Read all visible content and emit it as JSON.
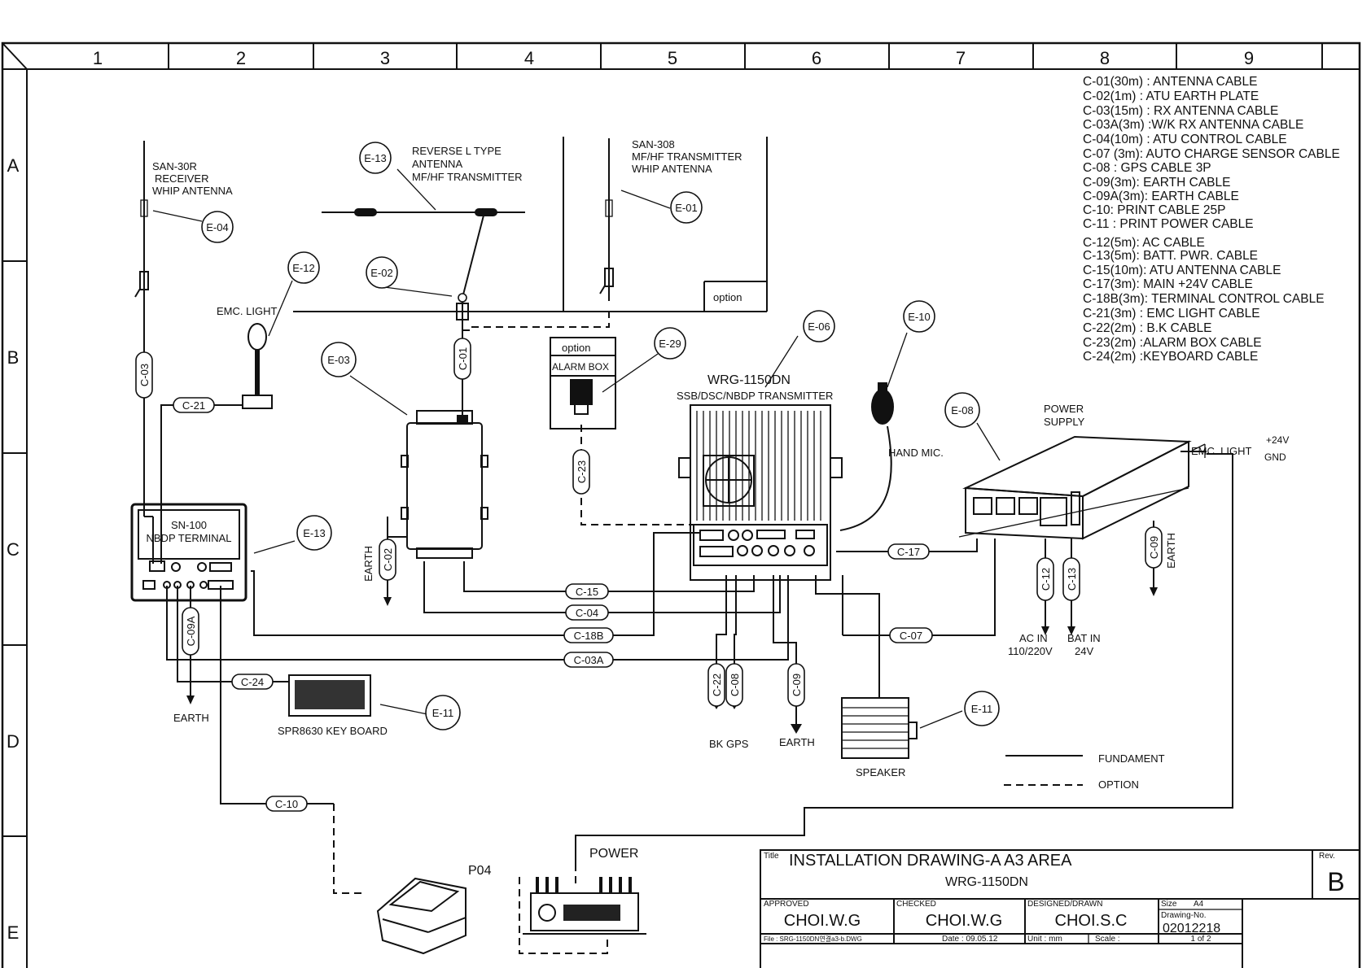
{
  "drawing": {
    "columns": [
      "1",
      "2",
      "3",
      "4",
      "5",
      "6",
      "7",
      "8",
      "9"
    ],
    "rows": [
      "A",
      "B",
      "C",
      "D",
      "E"
    ]
  },
  "cable_legend": [
    "C-01(30m) : ANTENNA CABLE",
    "C-02(1m) : ATU EARTH PLATE",
    "C-03(15m) : RX ANTENNA CABLE",
    "C-03A(3m) :W/K  RX ANTENNA CABLE",
    "C-04(10m) : ATU CONTROL CABLE",
    "C-07 (3m):  AUTO CHARGE SENSOR CABLE",
    "C-08 : GPS CABLE 3P",
    "C-09(3m): EARTH CABLE",
    "C-09A(3m): EARTH CABLE",
    "C-10: PRINT CABLE 25P",
    "C-11 : PRINT POWER CABLE",
    "C-12(5m): AC CABLE",
    "C-13(5m):  BATT. PWR. CABLE",
    "C-15(10m): ATU ANTENNA CABLE",
    "C-17(3m):  MAIN +24V CABLE",
    "C-18B(3m): TERMINAL CONTROL CABLE",
    "C-21(3m) : EMC LIGHT CABLE",
    "C-22(2m) : B.K CABLE",
    "C-23(2m) :ALARM BOX CABLE",
    "C-24(2m) :KEYBOARD CABLE"
  ],
  "labels": {
    "san30r": [
      "SAN-30R",
      "RECEIVER",
      "WHIP ANTENNA"
    ],
    "reverse_l": [
      "REVERSE L TYPE",
      "ANTENNA",
      "MF/HF TRANSMITTER"
    ],
    "san308": [
      "SAN-308",
      "MF/HF TRANSMITTER",
      "WHIP ANTENNA"
    ],
    "option_box": "option",
    "option_alarm": "option",
    "alarm_box": "ALARM BOX",
    "emc_light": "EMC. LIGHT",
    "wrg_model": "WRG-1150DN",
    "wrg_desc": "SSB/DSC/NBDP TRANSMITTER",
    "hand_mic": "HAND MIC.",
    "power_supply": [
      "POWER",
      "SUPPLY"
    ],
    "emc_light_right": "EMC. LIGHT",
    "plus24v": "+24V",
    "gnd": "GND",
    "sn100": [
      "SN-100",
      "NBDP TERMINAL"
    ],
    "earth_c02": "EARTH",
    "earth_left": "EARTH",
    "earth_mid": "EARTH",
    "earth_ps": "EARTH",
    "keyboard": "SPR8630 KEY BOARD",
    "bk_gps": "BK  GPS",
    "speaker": "SPEAKER",
    "ac_in": [
      "AC IN",
      "110/220V"
    ],
    "bat_in": [
      "BAT IN",
      "24V"
    ],
    "fundament": "FUNDAMENT",
    "option_leg": "OPTION",
    "p04": "P04",
    "power": "POWER"
  },
  "equipment_refs": {
    "e13_top": "E-13",
    "e04": "E-04",
    "e02": "E-02",
    "e01": "E-01",
    "e12": "E-12",
    "e03": "E-03",
    "e29": "E-29",
    "e06": "E-06",
    "e10": "E-10",
    "e08": "E-08",
    "e13_term": "E-13",
    "e11_kb": "E-11",
    "e11_spk": "E-11"
  },
  "cable_tags": {
    "c01": "C-01",
    "c03": "C-03",
    "c21": "C-21",
    "c23": "C-23",
    "c02": "C-02",
    "c15": "C-15",
    "c04": "C-04",
    "c18b": "C-18B",
    "c03a": "C-03A",
    "c09a": "C-09A",
    "c24": "C-24",
    "c17": "C-17",
    "c07": "C-07",
    "c12": "C-12",
    "c13": "C-13",
    "c09_ps": "C-09",
    "c22": "C-22",
    "c08": "C-08",
    "c09_mid": "C-09",
    "c10": "C-10"
  },
  "title_block": {
    "title_caption": "Title",
    "title": "INSTALLATION DRAWING-A    A3 AREA",
    "model": "WRG-1150DN",
    "rev_caption": "Rev.",
    "rev": "B",
    "approved_caption": "APPROVED",
    "approved": "CHOI.W.G",
    "checked_caption": "CHECKED",
    "checked": "CHOI.W.G",
    "designed_caption": "DESIGNED/DRAWN",
    "designed": "CHOI.S.C",
    "size_caption": "Size",
    "size": "A4",
    "drawing_no_caption": "Drawing-No.",
    "drawing_no": "02012218",
    "file": "File :  SRG-1150DN연결a3-b.DWG",
    "date": "Date :  09.05.12",
    "unit": "Unit :  mm",
    "scale": "Scale :",
    "sheet": "1 of 2"
  }
}
